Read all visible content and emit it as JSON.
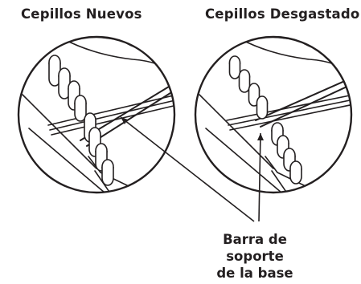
{
  "titles": {
    "left": "Cepillos Nuevos",
    "right": "Cepillos Desgastado"
  },
  "callout": {
    "line1": "Barra de",
    "line2": "soporte",
    "line3": "de la base"
  },
  "colors": {
    "ink": "#231f20",
    "paper": "#ffffff"
  }
}
